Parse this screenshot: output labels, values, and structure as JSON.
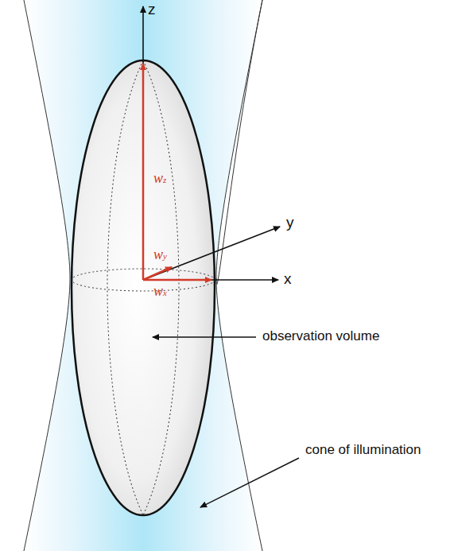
{
  "diagram": {
    "labels": [
      "z",
      "y",
      "x",
      "wz",
      "wy",
      "wx",
      "observation volume",
      "cone of illumination"
    ]
  }
}
